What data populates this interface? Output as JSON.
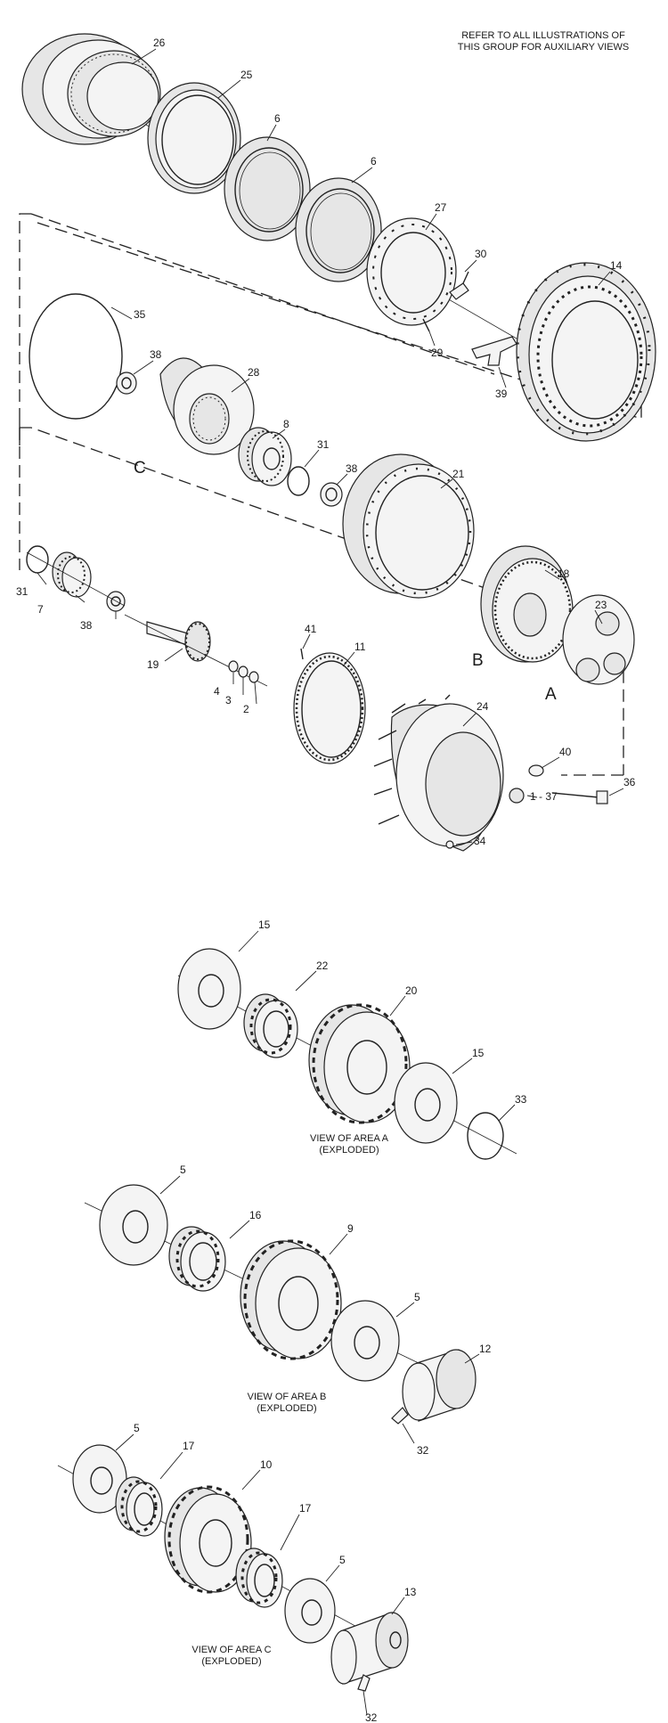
{
  "header_note": {
    "line1": "REFER TO ALL ILLUSTRATIONS OF",
    "line2": "THIS GROUP FOR AUXILIARY VIEWS"
  },
  "callouts": {
    "c26": "26",
    "c25": "25",
    "c6a": "6",
    "c6b": "6",
    "c27": "27",
    "c30": "30",
    "c14": "14",
    "c29": "29",
    "c35": "35",
    "c38a": "38",
    "c28": "28",
    "c39": "39",
    "c8": "8",
    "c31a": "31",
    "c38b": "38",
    "c21": "21",
    "c31b": "31",
    "c7": "7",
    "c38c": "38",
    "c19": "19",
    "c18": "18",
    "c23": "23",
    "c41": "41",
    "c11": "11",
    "c4": "4",
    "c3": "3",
    "c2": "2",
    "c24": "24",
    "c40": "40",
    "c137": "1 - 37",
    "c36": "36",
    "c34": "34",
    "a15a": "15",
    "a22": "22",
    "a20": "20",
    "a15b": "15",
    "a33": "33",
    "b5a": "5",
    "b16": "16",
    "b9": "9",
    "b5b": "5",
    "b12": "12",
    "b32": "32",
    "x5a": "5",
    "x17a": "17",
    "x10": "10",
    "x17b": "17",
    "x5b": "5",
    "x13": "13",
    "x32": "32"
  },
  "area_letters": {
    "a": "A",
    "b": "B",
    "c": "C"
  },
  "captions": {
    "area_a": {
      "line1": "VIEW OF AREA A",
      "line2": "(EXPLODED)"
    },
    "area_b": {
      "line1": "VIEW OF AREA B",
      "line2": "(EXPLODED)"
    },
    "area_c": {
      "line1": "VIEW OF AREA C",
      "line2": "(EXPLODED)"
    }
  }
}
